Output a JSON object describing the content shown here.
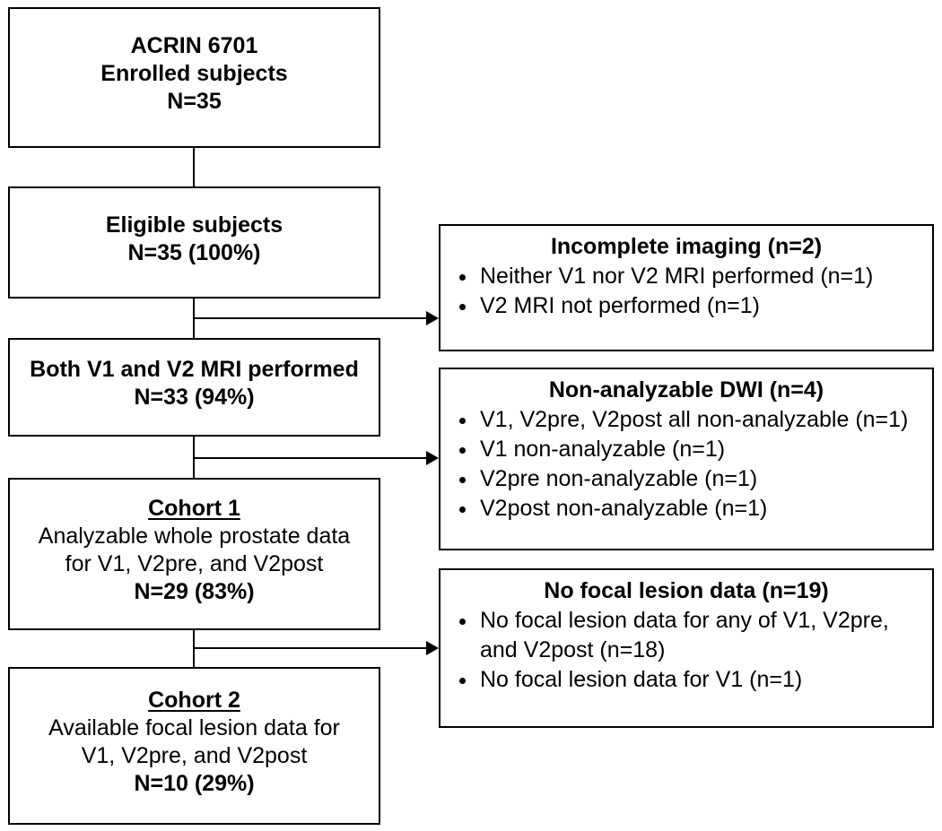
{
  "flow": {
    "enrolled": {
      "line1": "ACRIN 6701",
      "line2": "Enrolled subjects",
      "line3": "N=35"
    },
    "eligible": {
      "line1": "Eligible subjects",
      "line2": "N=35 (100%)"
    },
    "mri_performed": {
      "line1": "Both V1 and V2 MRI performed",
      "line2": "N=33 (94%)"
    },
    "cohort1": {
      "title": "Cohort 1",
      "desc1": "Analyzable whole prostate data",
      "desc2": "for V1, V2pre, and V2post",
      "n": "N=29 (83%)"
    },
    "cohort2": {
      "title": "Cohort 2",
      "desc1": "Available focal lesion data for",
      "desc2": "V1, V2pre, and V2post",
      "n": "N=10 (29%)"
    },
    "incomplete_imaging": {
      "title": "Incomplete imaging (n=2)",
      "bullet1": "Neither V1 nor V2 MRI performed (n=1)",
      "bullet2": "V2 MRI not performed (n=1)"
    },
    "non_analyzable_dwi": {
      "title": "Non-analyzable DWI (n=4)",
      "bullet1": "V1, V2pre, V2post all non-analyzable (n=1)",
      "bullet2": "V1 non-analyzable (n=1)",
      "bullet3": "V2pre non-analyzable (n=1)",
      "bullet4": "V2post non-analyzable (n=1)"
    },
    "no_focal_lesion": {
      "title": "No focal lesion data (n=19)",
      "bullet1": "No focal lesion data for any of V1, V2pre, and V2post (n=18)",
      "bullet2": "No focal lesion data for V1 (n=1)"
    },
    "colors": {
      "border": "#000000",
      "background": "#ffffff",
      "text": "#000000"
    }
  }
}
